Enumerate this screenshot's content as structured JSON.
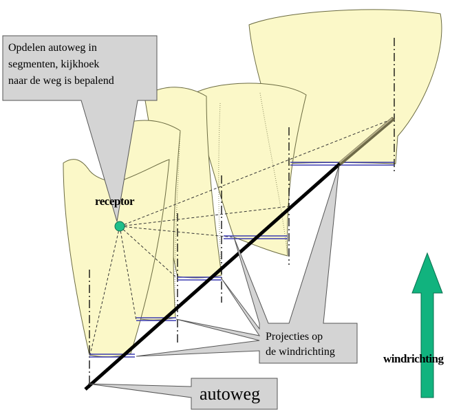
{
  "labels": {
    "callout_top": [
      "Opdelen autoweg in",
      "segmenten, kijkhoek",
      "naar de weg is bepalend"
    ],
    "receptor": "receptor",
    "projections": [
      "Projecties op",
      "de windrichting"
    ],
    "windrichting": "windrichting",
    "autoweg": "autoweg"
  },
  "colors": {
    "plume_fill": "#fbf8c8",
    "road": "#000000",
    "road_far": "#8a8460",
    "projection": "#3b3bb0",
    "receptor": "#1fbf8a",
    "wind_arrow": "#11b37e",
    "callout": "#d4d4d4"
  }
}
